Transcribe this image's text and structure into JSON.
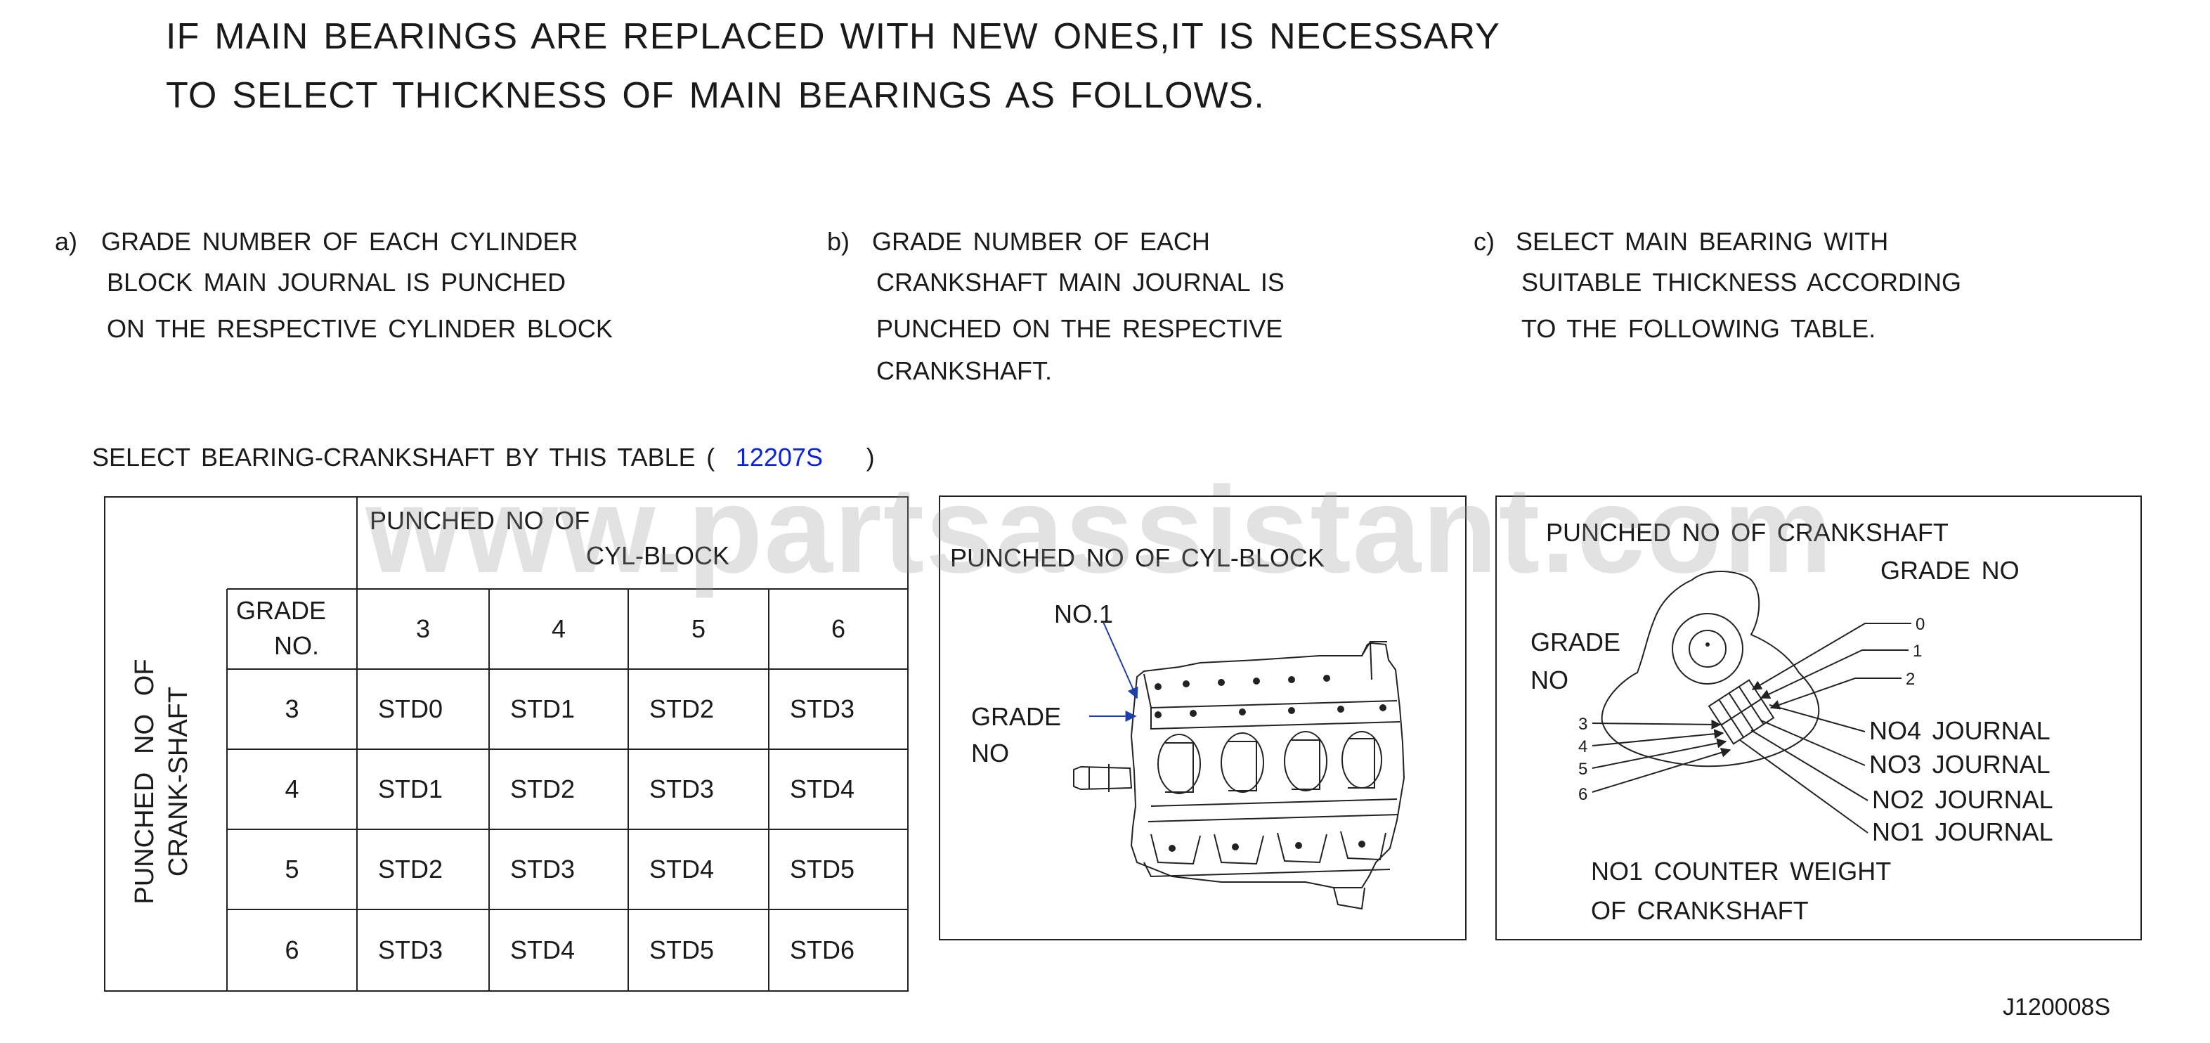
{
  "header": {
    "line1": "IF MAIN BEARINGS ARE REPLACED WITH NEW ONES,IT IS NECESSARY",
    "line2": "TO SELECT THICKNESS OF MAIN BEARINGS AS FOLLOWS."
  },
  "steps": {
    "a": {
      "marker": "a)",
      "lines": [
        "GRADE NUMBER OF EACH CYLINDER",
        "BLOCK MAIN JOURNAL IS PUNCHED",
        "ON THE RESPECTIVE CYLINDER BLOCK"
      ]
    },
    "b": {
      "marker": "b)",
      "lines": [
        "GRADE NUMBER OF EACH",
        "CRANKSHAFT MAIN JOURNAL IS",
        "PUNCHED ON THE RESPECTIVE",
        "CRANKSHAFT."
      ]
    },
    "c": {
      "marker": "c)",
      "lines": [
        "SELECT MAIN BEARING WITH",
        "SUITABLE THICKNESS ACCORDING",
        "TO THE FOLLOWING TABLE."
      ]
    }
  },
  "select_line": {
    "prefix": "SELECT BEARING-CRANKSHAFT BY THIS TABLE (",
    "code": "12207S",
    "suffix": ")"
  },
  "watermark": "www.partsassistant.com",
  "table": {
    "col_header_line1": "PUNCHED NO OF",
    "col_header_line2": "CYL-BLOCK",
    "row_header_line1": "PUNCHED NO OF",
    "row_header_line2": "CRANK-SHAFT",
    "grade_line1": "GRADE",
    "grade_line2": "NO.",
    "columns": [
      "3",
      "4",
      "5",
      "6"
    ],
    "rows": [
      {
        "grade": "3",
        "values": [
          "STD0",
          "STD1",
          "STD2",
          "STD3"
        ]
      },
      {
        "grade": "4",
        "values": [
          "STD1",
          "STD2",
          "STD3",
          "STD4"
        ]
      },
      {
        "grade": "5",
        "values": [
          "STD2",
          "STD3",
          "STD4",
          "STD5"
        ]
      },
      {
        "grade": "6",
        "values": [
          "STD3",
          "STD4",
          "STD5",
          "STD6"
        ]
      }
    ]
  },
  "cyl_panel": {
    "title": "PUNCHED NO OF CYL-BLOCK",
    "no1": "NO.1",
    "grade_line1": "GRADE",
    "grade_line2": "NO"
  },
  "crank_panel": {
    "title": "PUNCHED NO OF CRANKSHAFT",
    "grade_no": "GRADE NO",
    "grade_line1": "GRADE",
    "grade_line2": "NO",
    "top_digits": [
      "0",
      "1",
      "2"
    ],
    "left_digits": [
      "3",
      "4",
      "5",
      "6"
    ],
    "journals": [
      "NO4 JOURNAL",
      "NO3 JOURNAL",
      "NO2 JOURNAL",
      "NO1 JOURNAL"
    ],
    "counter_line1": "NO1 COUNTER WEIGHT",
    "counter_line2": "OF CRANKSHAFT"
  },
  "doc_code": "J120008S",
  "colors": {
    "line": "#222222",
    "link_blue": "#0b24d8",
    "arrow_blue": "#1f3fa8",
    "watermark": "#969696"
  }
}
